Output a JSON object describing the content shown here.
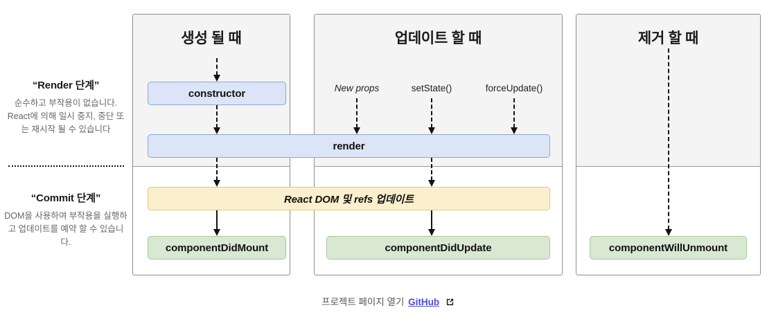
{
  "sidebar": {
    "phases": [
      {
        "title": "“Render 단계”",
        "description": "순수하고 부작용이 없습니다. React에 의해 일시 중지, 중단 또는 재시작 될 수 있습니다"
      },
      {
        "title": "“Commit 단계”",
        "description": "DOM을 사용하여 부작용을 실행하고 업데이트를 예약 할 수 있습니다."
      }
    ]
  },
  "columns": [
    {
      "title": "생성 될 때"
    },
    {
      "title": "업데이트 할 때"
    },
    {
      "title": "제거 할 때"
    }
  ],
  "triggers": [
    {
      "label": "New props",
      "italic": true
    },
    {
      "label": "setState()",
      "italic": false
    },
    {
      "label": "forceUpdate()",
      "italic": false
    }
  ],
  "lifecycle": {
    "constructor": "constructor",
    "render": "render",
    "react_dom_refs": "React DOM 및 refs 업데이트",
    "component_did_mount": "componentDidMount",
    "component_did_update": "componentDidUpdate",
    "component_will_unmount": "componentWillUnmount"
  },
  "footer": {
    "text": "프로젝트 페이지 열기",
    "link_label": "GitHub"
  },
  "colors": {
    "render_box": "#dbe5f7",
    "render_box_border": "#8ea5d6",
    "commit_box": "#fbf0ce",
    "commit_box_border": "#dfc77e",
    "hook_box": "#d9e8d2",
    "hook_box_border": "#a8c79a",
    "panel_top": "#f4f4f4",
    "link": "#4b4bd8"
  }
}
